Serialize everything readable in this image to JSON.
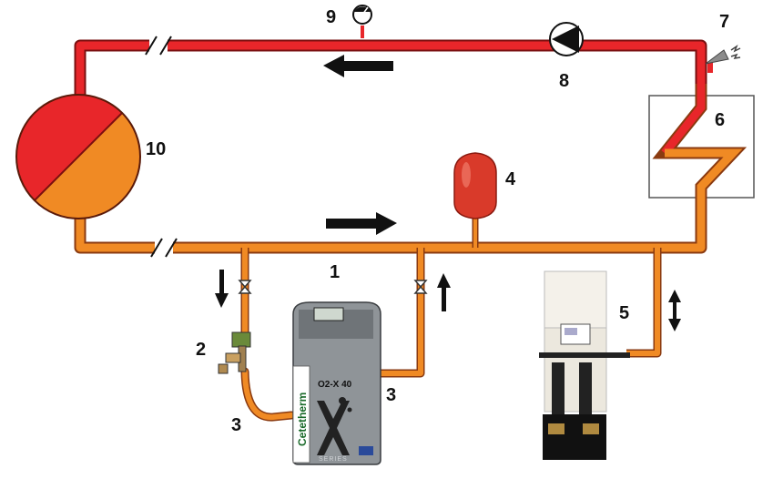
{
  "labels": {
    "degasser": "1",
    "dosing_unit": "2",
    "hose_a": "3",
    "hose_b": "3",
    "expansion_vessel": "4",
    "pressure_unit": "5",
    "heat_exchanger": "6",
    "safety_valve": "7",
    "pump": "8",
    "gauge": "9",
    "storage_tank": "10"
  },
  "device": {
    "brand": "Cetetherm",
    "model": "O2-X 40",
    "series": "SERIES"
  },
  "colors": {
    "hot": "#e8262a",
    "cold": "#f08a24",
    "pipe_edge": "#8a3a10",
    "unit_body": "#8f9498",
    "label": "#111111"
  }
}
